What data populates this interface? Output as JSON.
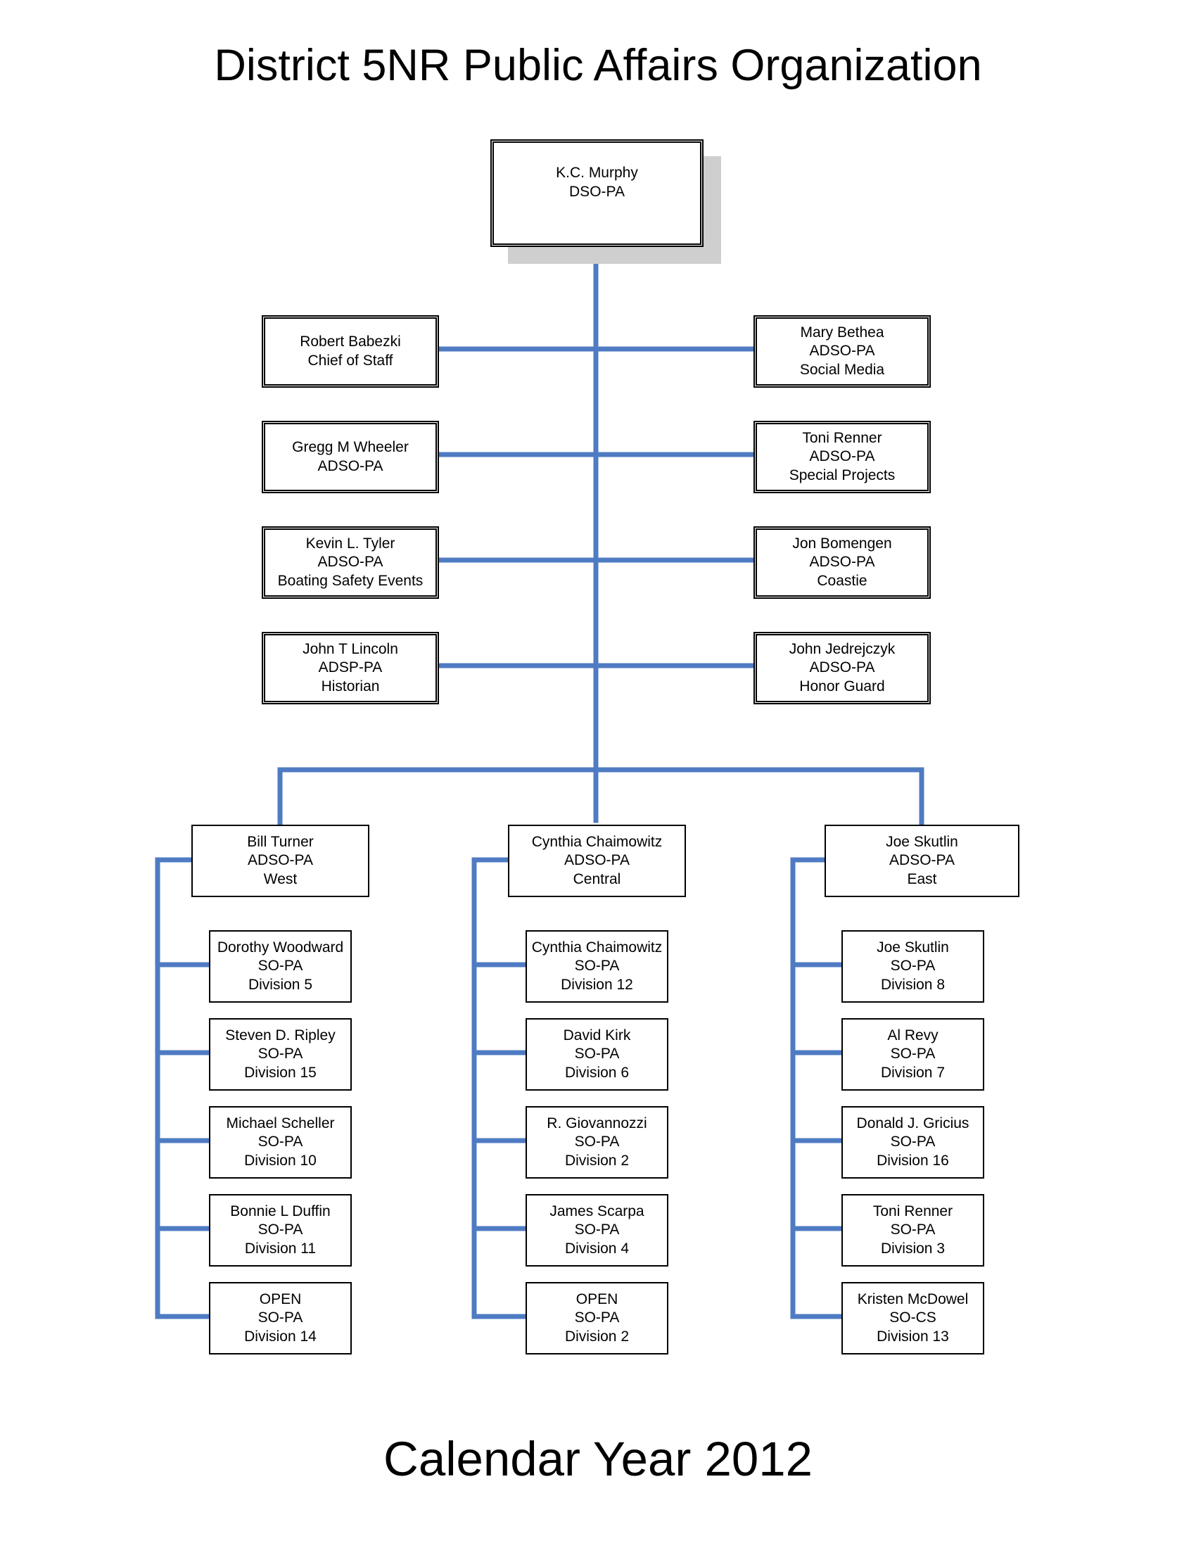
{
  "title": "District 5NR Public Affairs Organization",
  "footer": "Calendar Year 2012",
  "colors": {
    "connector": "#4f7bc3",
    "shadow": "#cfcfcf",
    "border": "#000000"
  },
  "head": {
    "name": "K.C. Murphy",
    "role": "DSO-PA"
  },
  "staff_left": [
    {
      "name": "Robert Babezki",
      "role": "Chief of Staff",
      "detail": ""
    },
    {
      "name": "Gregg M Wheeler",
      "role": "ADSO-PA",
      "detail": ""
    },
    {
      "name": "Kevin L. Tyler",
      "role": "ADSO-PA",
      "detail": "Boating Safety Events"
    },
    {
      "name": "John T Lincoln",
      "role": "ADSP-PA",
      "detail": "Historian"
    }
  ],
  "staff_right": [
    {
      "name": "Mary Bethea",
      "role": "ADSO-PA",
      "detail": "Social Media"
    },
    {
      "name": "Toni Renner",
      "role": "ADSO-PA",
      "detail": "Special Projects"
    },
    {
      "name": "Jon Bomengen",
      "role": "ADSO-PA",
      "detail": "Coastie"
    },
    {
      "name": "John Jedrejczyk",
      "role": "ADSO-PA",
      "detail": "Honor Guard"
    }
  ],
  "regions": [
    {
      "lead": {
        "name": "Bill Turner",
        "role": "ADSO-PA",
        "detail": "West"
      },
      "members": [
        {
          "name": "Dorothy Woodward",
          "role": "SO-PA",
          "detail": "Division 5"
        },
        {
          "name": "Steven D. Ripley",
          "role": "SO-PA",
          "detail": "Division 15"
        },
        {
          "name": "Michael Scheller",
          "role": "SO-PA",
          "detail": "Division 10"
        },
        {
          "name": "Bonnie L Duffin",
          "role": "SO-PA",
          "detail": "Division 11"
        },
        {
          "name": "OPEN",
          "role": "SO-PA",
          "detail": "Division 14"
        }
      ]
    },
    {
      "lead": {
        "name": "Cynthia Chaimowitz",
        "role": "ADSO-PA",
        "detail": "Central"
      },
      "members": [
        {
          "name": "Cynthia Chaimowitz",
          "role": "SO-PA",
          "detail": "Division 12"
        },
        {
          "name": "David Kirk",
          "role": "SO-PA",
          "detail": "Division 6"
        },
        {
          "name": "R. Giovannozzi",
          "role": "SO-PA",
          "detail": "Division 2"
        },
        {
          "name": "James Scarpa",
          "role": "SO-PA",
          "detail": "Division 4"
        },
        {
          "name": "OPEN",
          "role": "SO-PA",
          "detail": "Division 2"
        }
      ]
    },
    {
      "lead": {
        "name": "Joe Skutlin",
        "role": "ADSO-PA",
        "detail": "East"
      },
      "members": [
        {
          "name": "Joe Skutlin",
          "role": "SO-PA",
          "detail": "Division 8"
        },
        {
          "name": "Al Revy",
          "role": "SO-PA",
          "detail": "Division 7"
        },
        {
          "name": "Donald J. Gricius",
          "role": "SO-PA",
          "detail": "Division 16"
        },
        {
          "name": "Toni Renner",
          "role": "SO-PA",
          "detail": "Division 3"
        },
        {
          "name": "Kristen McDowel",
          "role": "SO-CS",
          "detail": "Division 13"
        }
      ]
    }
  ]
}
